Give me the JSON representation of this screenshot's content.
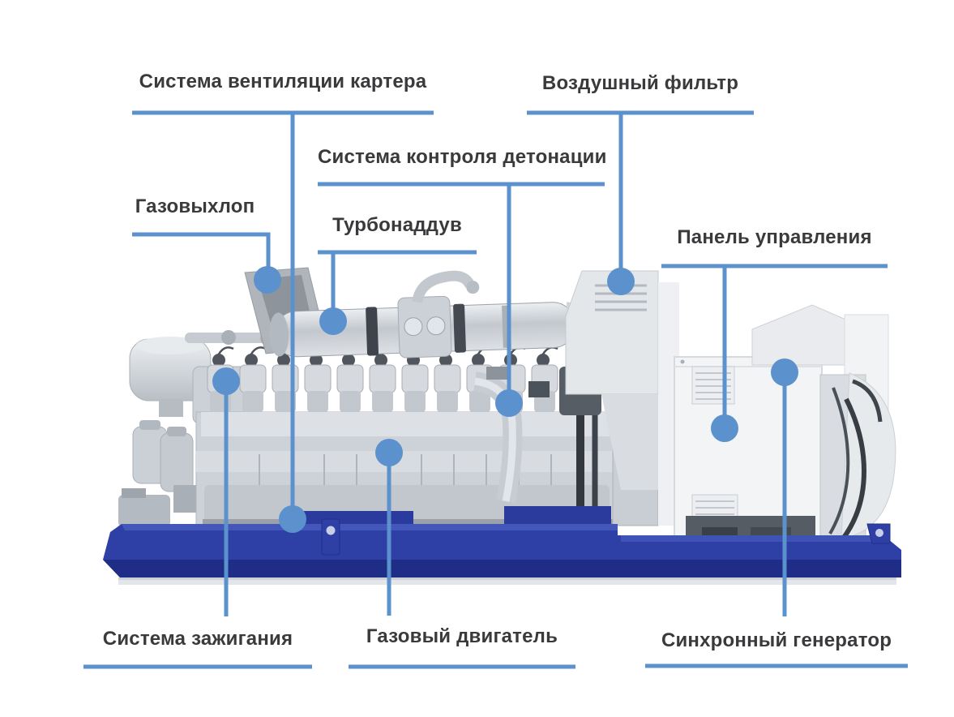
{
  "diagram_title": "",
  "labels": {
    "crankcase_ventilation": "Система вентиляции картера",
    "air_filter": "Воздушный фильтр",
    "knock_control": "Система контроля детонации",
    "exhaust": "Газовыхлоп",
    "turbocharger": "Турбонаддув",
    "control_panel": "Панель управления",
    "ignition": "Система зажигания",
    "gas_engine": "Газовый двигатель",
    "synchronous_generator": "Синхронный генератор"
  },
  "colors": {
    "accent_blue": "#5b91cd",
    "label_text": "#3a3a3c",
    "skid_blue": "#2e3fa5",
    "background": "#ffffff"
  }
}
